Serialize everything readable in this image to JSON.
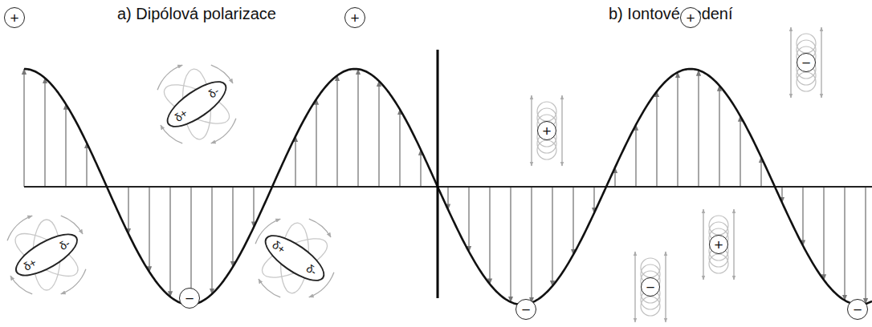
{
  "diagram": {
    "nodes": [
      {
        "text": [
          "+"
        ]
      },
      {
        "text": [
          "δ+",
          "δ-"
        ]
      },
      {
        "text": [
          "+"
        ]
      },
      {
        "text": [
          "−"
        ]
      },
      {
        "text": [
          "δ+",
          "δ-"
        ]
      },
      {
        "text": [
          "δ+",
          "δ-"
        ]
      },
      {
        "text": [
          "+"
        ]
      },
      {
        "text": [
          "−"
        ]
      },
      {
        "text": [
          "+"
        ]
      },
      {
        "text": [
          "−"
        ]
      },
      {
        "text": [
          "+"
        ]
      },
      {
        "text": [
          "−"
        ]
      },
      {
        "text": [
          "−"
        ]
      }
    ],
    "labels": [
      "a) Dipólová polarizace",
      "b) Iontové vedení"
    ]
  }
}
